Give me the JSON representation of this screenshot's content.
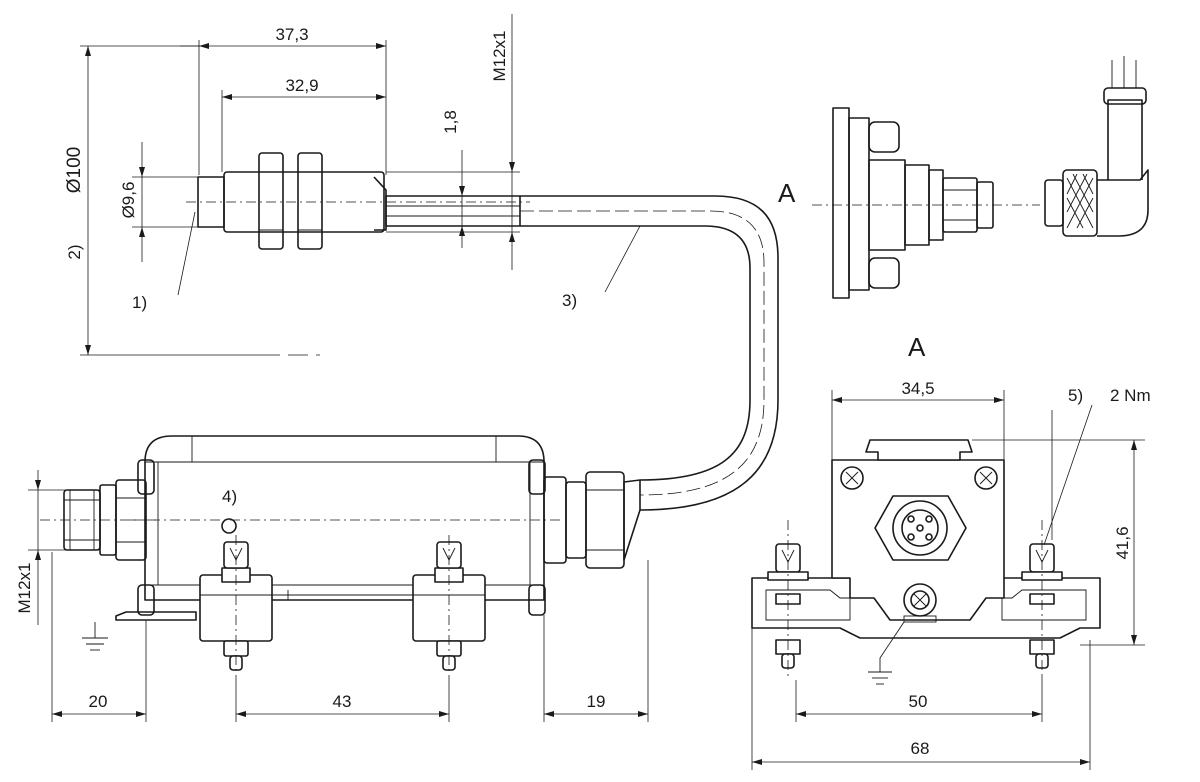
{
  "dimensions": {
    "d_37_3": "37,3",
    "d_32_9": "32,9",
    "d_m12_top": "M12x1",
    "d_1_8": "1,8",
    "d_phi100": "Ø100",
    "d_phi9_6": "Ø9,6",
    "d_34_5": "34,5",
    "d_41_6": "41,6",
    "d_m12_left": "M12x1",
    "d_20": "20",
    "d_43": "43",
    "d_19": "19",
    "d_50": "50",
    "d_68": "68"
  },
  "labels": {
    "note_1": "1)",
    "note_2": "2)",
    "note_3": "3)",
    "note_4": "4)",
    "note_5": "5)",
    "torque": "2 Nm",
    "view_a_arrow": "A",
    "view_a_title": "A"
  },
  "style": {
    "line_color": "#1a1a1a",
    "background": "#ffffff"
  }
}
